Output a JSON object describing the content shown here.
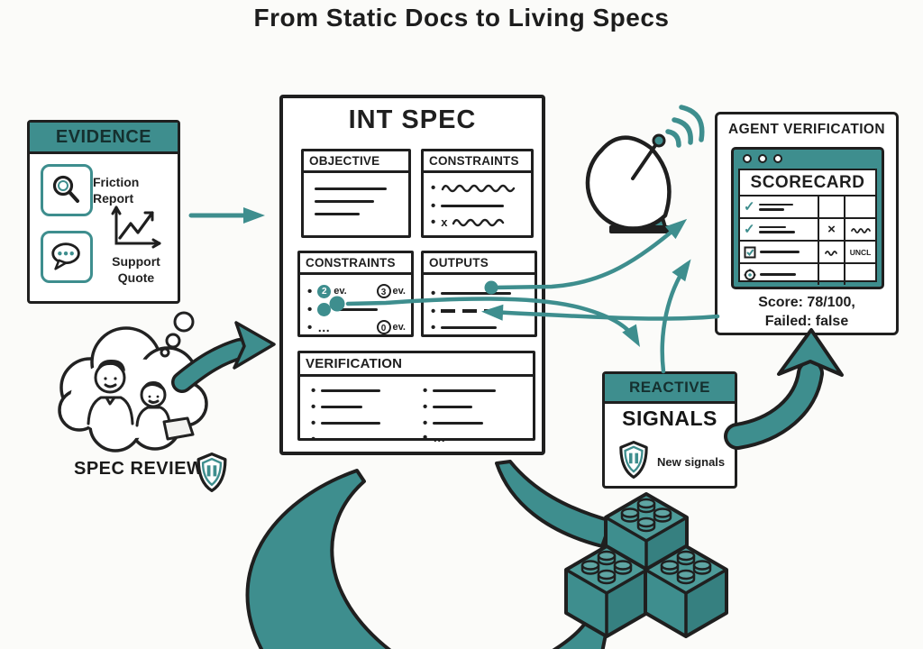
{
  "title": "From Static Docs to Living Specs",
  "colors": {
    "teal": "#3E8E8E",
    "ink": "#1F1F1F",
    "paper": "#FBFBF9"
  },
  "evidence": {
    "header": "EVIDENCE",
    "items": [
      {
        "icon": "magnifier-icon",
        "label": "Friction Report"
      },
      {
        "icon": "speech-bubble-icon",
        "label": "Support Quote"
      }
    ]
  },
  "int_spec": {
    "title": "INT SPEC",
    "objective": {
      "label": "OBJECTIVE"
    },
    "constraints_top": {
      "label": "CONSTRAINTS",
      "x_mark": "x"
    },
    "constraints_bottom": {
      "label": "CONSTRAINTS",
      "row1_badge": "2",
      "row1_unit": "ev.",
      "row1_right_badge": "3",
      "row1_right_unit": "ev.",
      "row3_dots": "…",
      "row3_right_badge": "0",
      "row3_right_unit": "ev."
    },
    "outputs": {
      "label": "OUTPUTS"
    },
    "verification": {
      "label": "VERIFICATION",
      "last_dots": "…"
    }
  },
  "agent_verification": {
    "title": "AGENT VERIFICATION",
    "scorecard": {
      "title": "SCORECARD",
      "check": "✓",
      "cross": "×",
      "uncl": "UNCL"
    },
    "score_line1": "Score: 78/100,",
    "score_line2": "Failed: false"
  },
  "reactive_signals": {
    "header": "REACTIVE",
    "title": "SIGNALS",
    "note": "New signals",
    "icon": "shield-icon"
  },
  "spec_review": {
    "label": "SPEC REVIEW",
    "icon": "shield-icon"
  },
  "satellite": {
    "icon": "satellite-dish-icon"
  },
  "blocks": {
    "icon": "building-blocks-icon"
  }
}
